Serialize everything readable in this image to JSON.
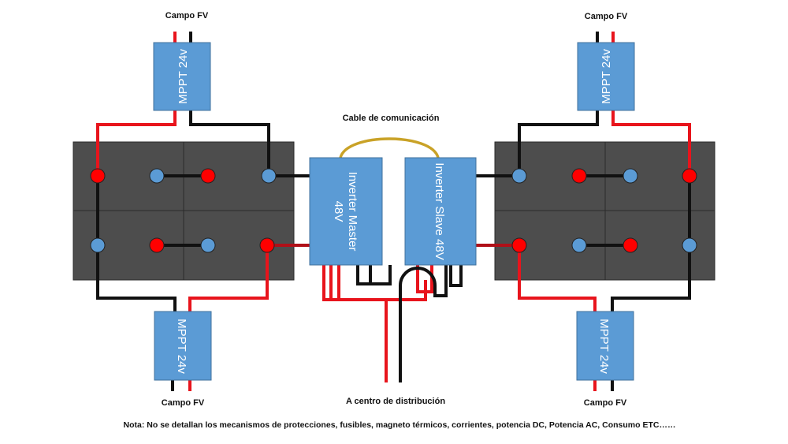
{
  "labels": {
    "campo_fv_top_left": "Campo FV",
    "campo_fv_top_right": "Campo FV",
    "campo_fv_bottom_left": "Campo FV",
    "campo_fv_bottom_right": "Campo FV",
    "cable_comunicacion": "Cable de comunicación",
    "centro_distribucion": "A centro de distribución",
    "note": "Nota: No se detallan los mecanismos de protecciones, fusibles, magneto térmicos, corrientes, potencia DC, Potencia AC, Consumo ETC……"
  },
  "mppt": {
    "top_left": "MPPT 24v",
    "bottom_left": "MPPT 24v",
    "top_right": "MPPT 24v",
    "bottom_right": "MPPT 24v"
  },
  "inverters": {
    "master_line1": "Inverter  Master",
    "master_line2": "48V",
    "slave": "Inverter  Slave 48V"
  },
  "colors": {
    "positive_wire": "#e8141c",
    "negative_wire": "#111111",
    "device_fill": "#5b9bd5",
    "battery_fill": "#4d4d4d",
    "comm_cable": "#c9a227",
    "terminal_positive": "#ff0000",
    "terminal_negative": "#5b9bd5"
  }
}
